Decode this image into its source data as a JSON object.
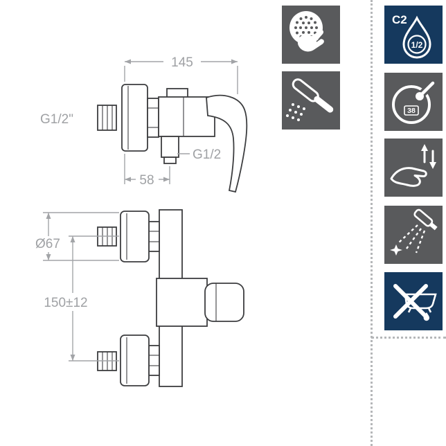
{
  "colors": {
    "background": "#ffffff",
    "icon_gray": "#595a5c",
    "icon_navy": "#15395e",
    "drawing_line": "#3c3d3f",
    "dimension_gray": "#9fa1a4",
    "dotted_divider": "#b5b7b9"
  },
  "technical_drawing": {
    "side_view": {
      "width": "145",
      "inlet_thread": "G1/2\"",
      "outlet_thread": "G1/2",
      "outlet_offset": "58"
    },
    "front_view": {
      "escutcheon_diameter": "Ø67",
      "connection_spacing": "150±12"
    }
  },
  "feature_icons": [
    {
      "name": "easy-clean-spray-face-icon",
      "style": "gray"
    },
    {
      "name": "hand-shower-icon",
      "style": "gray"
    }
  ],
  "spec_icons": [
    {
      "name": "c2-cartridge-icon",
      "style": "navy",
      "label": "C2",
      "badge": "1/2"
    },
    {
      "name": "thermostatic-safety-icon",
      "style": "gray",
      "badge": "38"
    },
    {
      "name": "flow-hand-control-icon",
      "style": "gray"
    },
    {
      "name": "adjustable-spray-icon",
      "style": "gray"
    },
    {
      "name": "no-tub-spout-icon",
      "style": "navy"
    }
  ]
}
